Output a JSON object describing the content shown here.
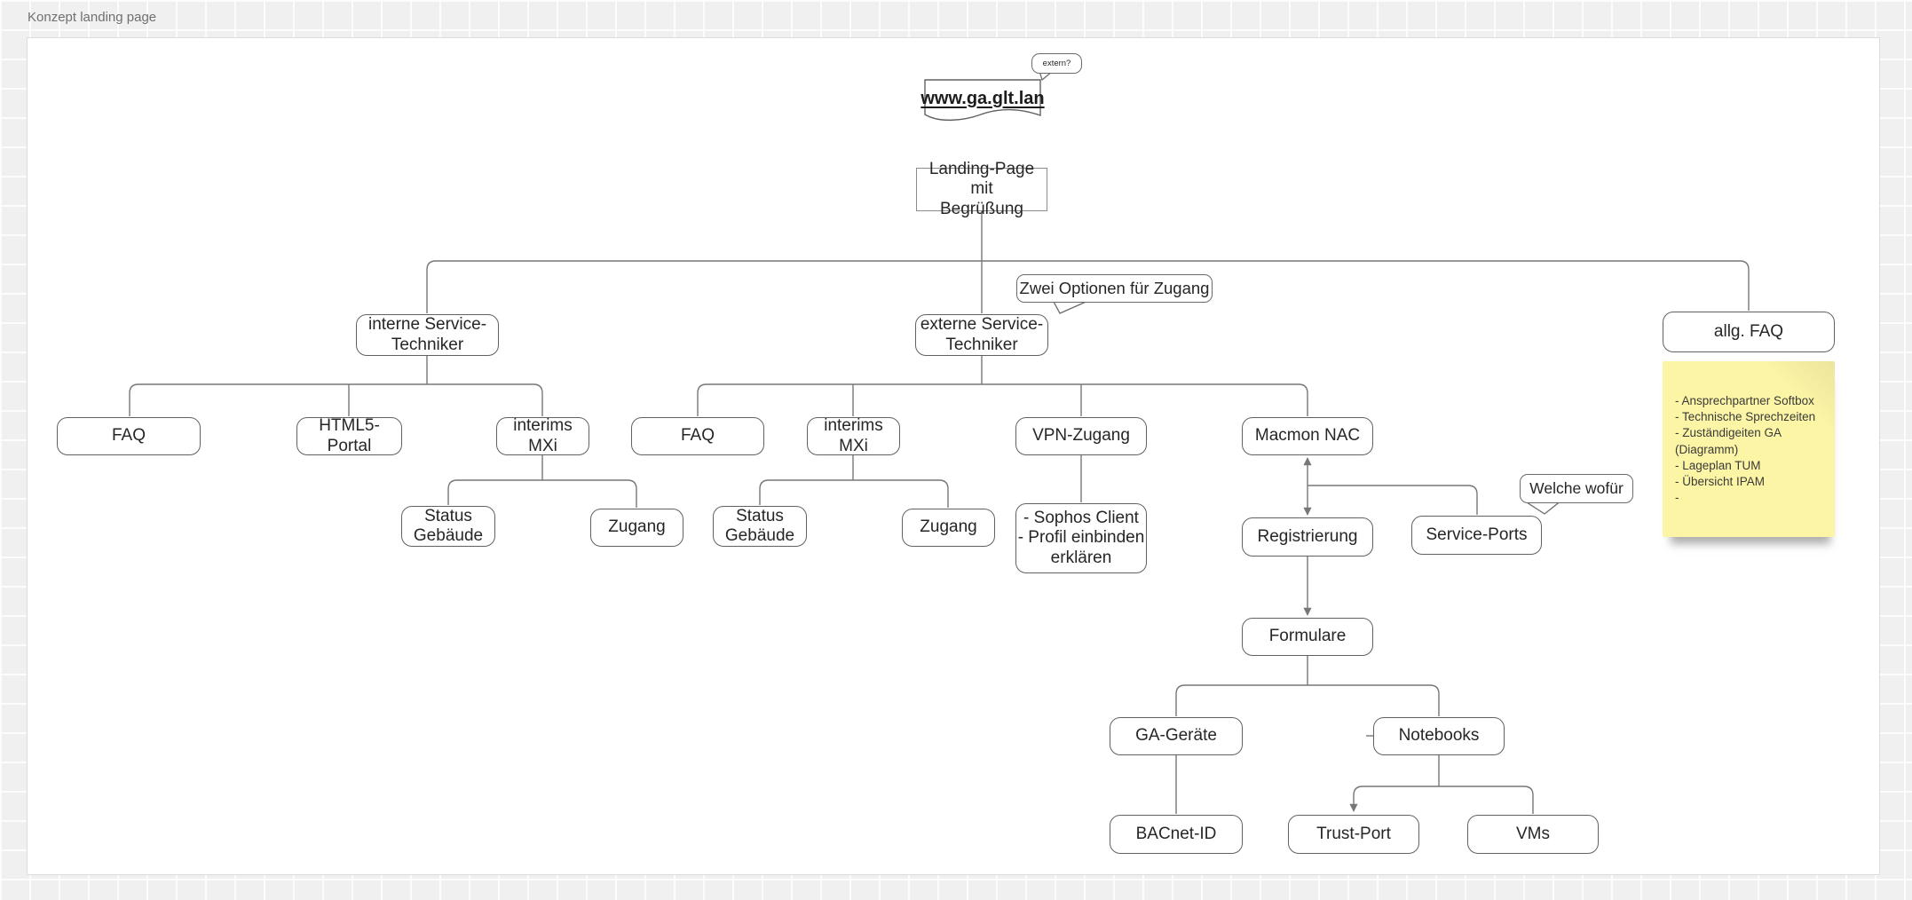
{
  "window": {
    "title": "Konzept landing page"
  },
  "colors": {
    "canvas": "#ffffff",
    "background": "#f0f0f0",
    "node_border": "#616161",
    "edge": "#777777",
    "sticky_yellow": "#fcf5a6"
  },
  "nodes": {
    "landing": {
      "label": "Landing-Page mit\nBegrüßung"
    },
    "interne": {
      "label": "interne Service-\nTechniker"
    },
    "externe": {
      "label": "externe Service-\nTechniker"
    },
    "allg_faq": {
      "label": "allg. FAQ"
    },
    "faq_intern": {
      "label": "FAQ"
    },
    "html5_portal": {
      "label": "HTML5-Portal"
    },
    "interims_mxi_intern": {
      "label": "interims MXi"
    },
    "status_gebaeude_intern": {
      "label": "Status\nGebäude"
    },
    "zugang_intern": {
      "label": "Zugang"
    },
    "faq_extern": {
      "label": "FAQ"
    },
    "interims_mxi_extern": {
      "label": "interims MXi"
    },
    "status_gebaeude_extern": {
      "label": "Status\nGebäude"
    },
    "zugang_extern": {
      "label": "Zugang"
    },
    "vpn_zugang": {
      "label": "VPN-Zugang"
    },
    "sophos_note": {
      "label": "- Sophos Client\n- Profil einbinden\nerklären"
    },
    "macmon_nac": {
      "label": "Macmon NAC"
    },
    "registrierung": {
      "label": "Registrierung"
    },
    "service_ports": {
      "label": "Service-Ports"
    },
    "formulare": {
      "label": "Formulare"
    },
    "ga_geraete": {
      "label": "GA-Geräte"
    },
    "notebooks": {
      "label": "Notebooks"
    },
    "bacnet_id": {
      "label": "BACnet-ID"
    },
    "trust_port": {
      "label": "Trust-Port"
    },
    "vms": {
      "label": "VMs"
    }
  },
  "callouts": {
    "extern": {
      "label": "extern?"
    },
    "zwei_optionen": {
      "label": "Zwei Optionen für Zugang"
    },
    "welche_wofuer": {
      "label": "Welche wofür"
    }
  },
  "document_shape": {
    "label": "www.ga.glt.lan"
  },
  "sticky_note": {
    "text": "- Ansprechpartner Softbox\n- Technische Sprechzeiten\n- Zuständigeiten GA\n(Diagramm)\n- Lageplan TUM\n- Übersicht IPAM\n-"
  }
}
